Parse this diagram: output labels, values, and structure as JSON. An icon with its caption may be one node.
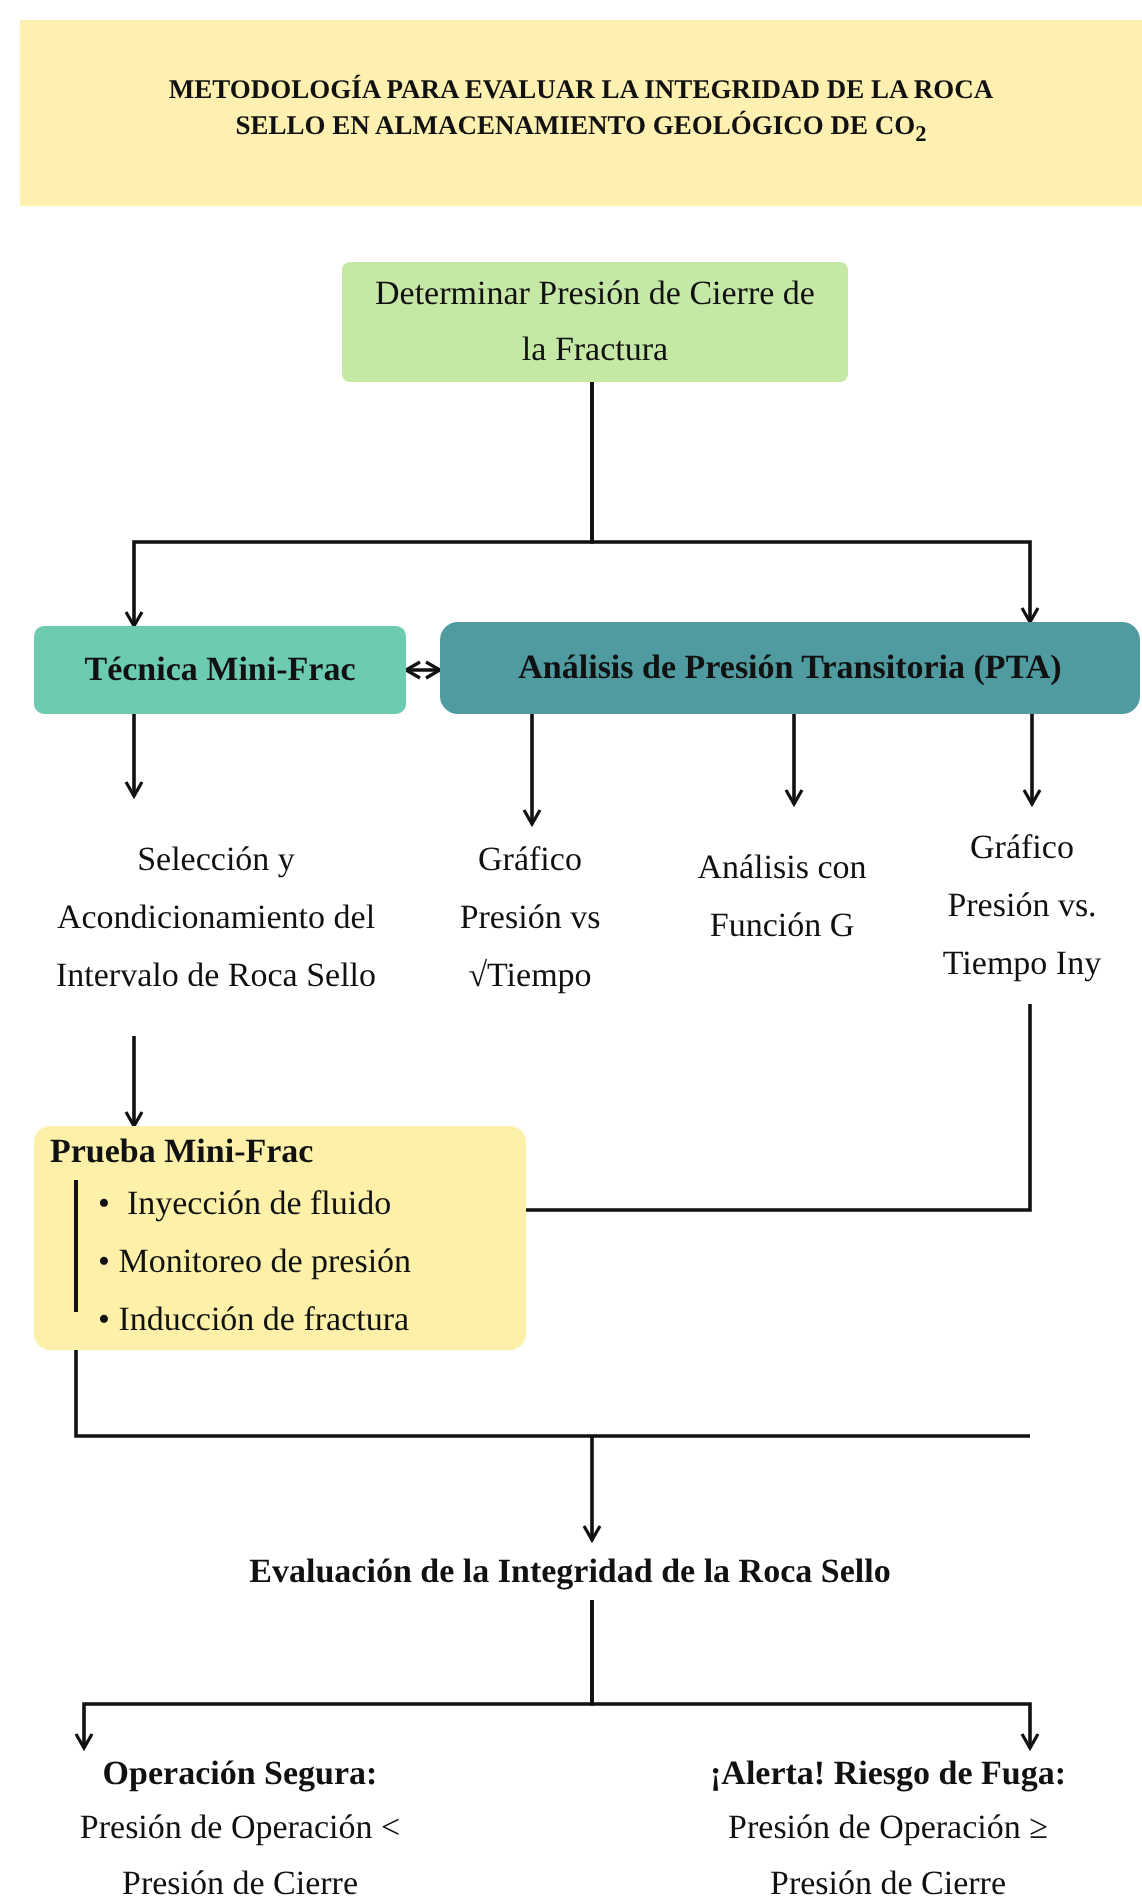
{
  "diagram": {
    "title": "METODOLOGÍA PARA EVALUAR LA INTEGRIDAD DE LA ROCA SELLO EN ALMACENAMIENTO GEOLÓGICO DE CO$_{2}$",
    "nodes": [
      {
        "text": [
          "Determinar Presión de Cierre de la Fractura"
        ]
      },
      {
        "text": [
          "Técnica Mini-Frac"
        ]
      },
      {
        "text": [
          "Análisis de Presión Transitoria (PTA)"
        ]
      },
      {
        "text": [
          "Selección y Acondicionamiento del Intervalo de Roca Sello"
        ]
      },
      {
        "text": [
          "Gráfico Presión vs √Tiempo"
        ]
      },
      {
        "text": [
          "Análisis con Función G"
        ]
      },
      {
        "text": [
          "Gráfico Presión vs. Tiempo Iny"
        ]
      },
      {
        "text": [
          "Prueba Mini-Frac",
          "•  Inyección de fluido",
          "• Monitoreo de presión",
          "• Inducción de fractura"
        ]
      },
      {
        "text": [
          "Evaluación de la Integridad de la Roca Sello"
        ]
      },
      {
        "text": [
          "Operación Segura:",
          "Presión de Operación < Presión de Cierre"
        ]
      },
      {
        "text": [
          "¡Alerta! Riesgo de Fuga:",
          "Presión de Operación ≥ Presión de Cierre"
        ]
      }
    ],
    "edges": [
      {
        "from": 0,
        "to": 1,
        "arrow": "to"
      },
      {
        "from": 0,
        "to": 2,
        "arrow": "to"
      },
      {
        "from": 1,
        "to": 2,
        "arrow": "both"
      },
      {
        "from": 1,
        "to": 3,
        "arrow": "to"
      },
      {
        "from": 2,
        "to": 4,
        "arrow": "to"
      },
      {
        "from": 2,
        "to": 5,
        "arrow": "to"
      },
      {
        "from": 2,
        "to": 6,
        "arrow": "to"
      },
      {
        "from": 3,
        "to": 7,
        "arrow": "to"
      },
      {
        "from": 6,
        "to": 7,
        "arrow": "none"
      },
      {
        "from": 7,
        "to": 8,
        "arrow": "to"
      },
      {
        "from": 8,
        "to": 9,
        "arrow": "to"
      },
      {
        "from": 8,
        "to": 10,
        "arrow": "to"
      }
    ]
  }
}
